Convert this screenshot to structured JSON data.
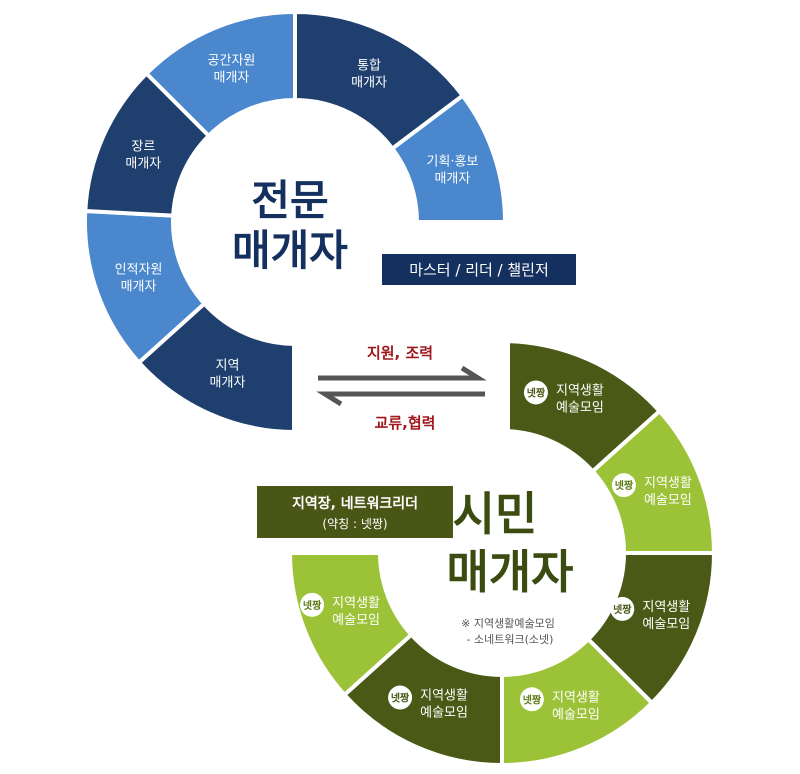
{
  "expert": {
    "title_line1": "전문",
    "title_line2": "매개자",
    "tag": "마스터 / 리더 / 챌린저",
    "segments": [
      {
        "line1": "통합",
        "line2": "매개자"
      },
      {
        "line1": "기획·홍보",
        "line2": "매개자"
      },
      {
        "line1": "지역",
        "line2": "매개자"
      },
      {
        "line1": "인적자원",
        "line2": "매개자"
      },
      {
        "line1": "장르",
        "line2": "매개자"
      },
      {
        "line1": "공간자원",
        "line2": "매개자"
      }
    ],
    "colors": {
      "dark": "#1f3f6e",
      "light": "#4a87cc",
      "title": "#14305e"
    }
  },
  "exchange": {
    "top_label": "지원, 조력",
    "bottom_label": "교류,협력"
  },
  "citizen": {
    "title_line1": "시민",
    "title_line2": "매개자",
    "tag_line1": "지역장, 네트워크리더",
    "tag_line2": "(약칭 : 넷짱)",
    "note_line1": "※ 지역생활예술모임",
    "note_line2": "- 소네트워크(소넷)",
    "segments": [
      {
        "badge": "넷짱",
        "line1": "지역생활",
        "line2": "예술모임"
      },
      {
        "badge": "넷짱",
        "line1": "지역생활",
        "line2": "예술모임"
      },
      {
        "badge": "넷짱",
        "line1": "지역생활",
        "line2": "예술모임"
      },
      {
        "badge": "넷짱",
        "line1": "지역생활",
        "line2": "예술모임"
      },
      {
        "badge": "넷짱",
        "line1": "지역생활",
        "line2": "예술모임"
      },
      {
        "badge": "넷짱",
        "line1": "지역생활",
        "line2": "예술모임"
      }
    ],
    "colors": {
      "dark": "#4a5a16",
      "light": "#9cc238",
      "title": "#3c4c10"
    }
  }
}
